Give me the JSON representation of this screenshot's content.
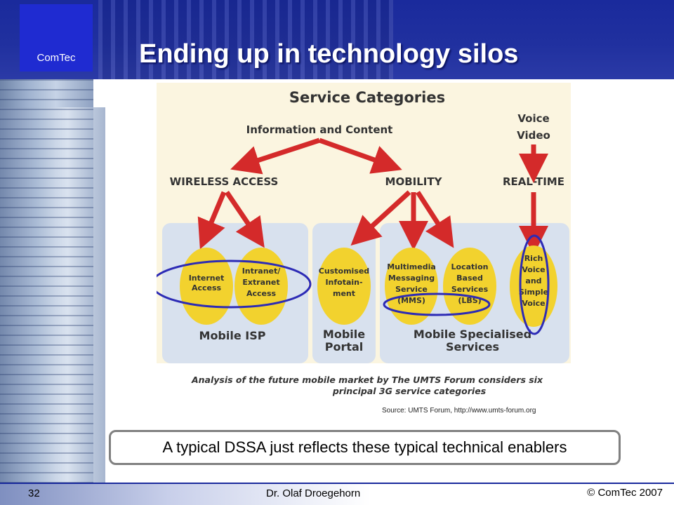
{
  "header": {
    "logo": "ComTec",
    "title": "Ending up in technology silos"
  },
  "diagram": {
    "heading": "Service Categories",
    "info_content": "Information and Content",
    "voice": "Voice",
    "video": "Video",
    "wireless_access": "WIRELESS ACCESS",
    "mobility": "MOBILITY",
    "realtime": "REAL-TIME",
    "bubbles": {
      "internet": [
        "Internet",
        "Access"
      ],
      "intranet": [
        "Intranet/",
        "Extranet",
        "Access"
      ],
      "infotainment": [
        "Customised",
        "Infotain-",
        "ment"
      ],
      "mms": [
        "Multimedia",
        "Messaging",
        "Service",
        "(MMS)"
      ],
      "lbs": [
        "Location",
        "Based",
        "Services",
        "(LBS)"
      ]
    },
    "rich_voice": [
      "Rich",
      "Voice",
      "and",
      "Simple",
      "Voice"
    ],
    "groups": {
      "mobile_isp": "Mobile ISP",
      "mobile_portal": [
        "Mobile",
        "Portal"
      ],
      "mobile_specialised": [
        "Mobile Specialised",
        "Services"
      ]
    },
    "caption": [
      "Analysis of the future mobile market by The UMTS Forum considers six",
      "principal 3G service categories"
    ],
    "colors": {
      "arrow": "#d42a2a",
      "bubble": "#f2d22e",
      "panel": "#d8e1ee",
      "background": "#fbf5e0",
      "highlight": "#2d2bb5"
    }
  },
  "source": "Source: UMTS Forum, http://www.umts-forum.org",
  "callout": "A typical DSSA just reflects these typical technical enablers",
  "footer": {
    "page": "32",
    "author": "Dr. Olaf Droegehorn",
    "copyright": "© ComTec 2007"
  }
}
